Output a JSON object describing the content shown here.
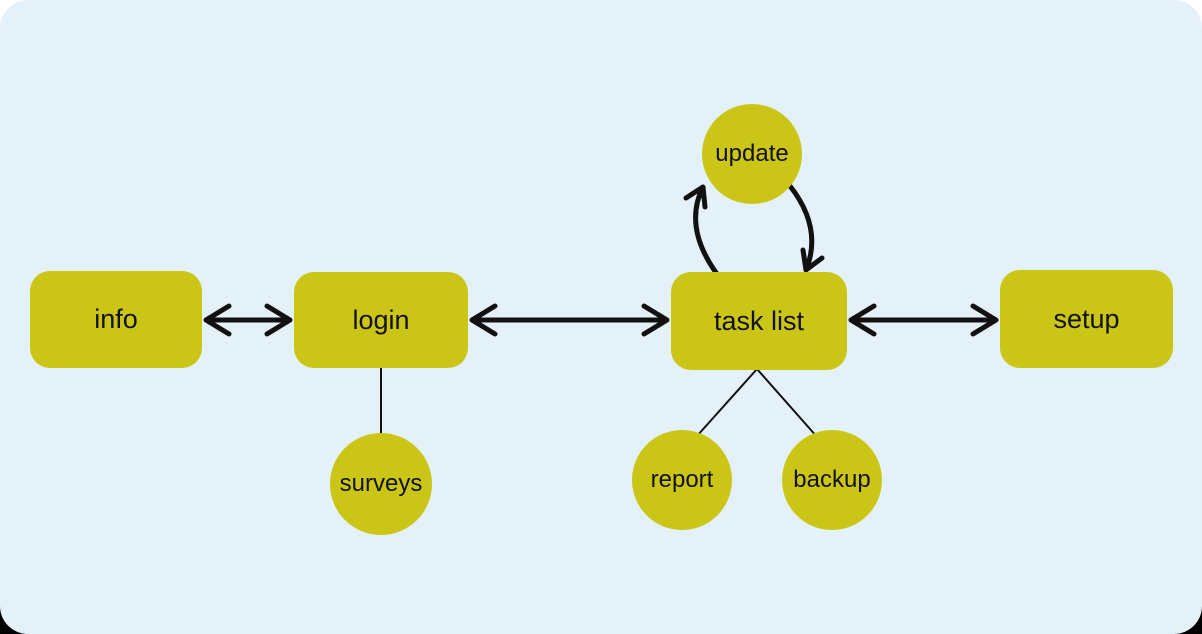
{
  "canvas": {
    "background_color": "#e4f1f8",
    "node_fill_color": "#cbc517",
    "line_color": "#111111",
    "text_color": "#121212"
  },
  "nodes": [
    {
      "id": "info",
      "label": "info",
      "shape": "rounded-rectangle"
    },
    {
      "id": "login",
      "label": "login",
      "shape": "rounded-rectangle"
    },
    {
      "id": "task_list",
      "label": "task list",
      "shape": "rounded-rectangle"
    },
    {
      "id": "setup",
      "label": "setup",
      "shape": "rounded-rectangle"
    },
    {
      "id": "update",
      "label": "update",
      "shape": "circle"
    },
    {
      "id": "surveys",
      "label": "surveys",
      "shape": "circle"
    },
    {
      "id": "report",
      "label": "report",
      "shape": "circle"
    },
    {
      "id": "backup",
      "label": "backup",
      "shape": "circle"
    }
  ],
  "edges": [
    {
      "from": "info",
      "to": "login",
      "type": "double-headed-arrow"
    },
    {
      "from": "login",
      "to": "task_list",
      "type": "double-headed-arrow"
    },
    {
      "from": "task_list",
      "to": "setup",
      "type": "double-headed-arrow"
    },
    {
      "from": "task_list",
      "to": "update",
      "type": "curved-arrow"
    },
    {
      "from": "update",
      "to": "task_list",
      "type": "curved-arrow"
    },
    {
      "from": "login",
      "to": "surveys",
      "type": "plain-line"
    },
    {
      "from": "task_list",
      "to": "report",
      "type": "plain-line"
    },
    {
      "from": "task_list",
      "to": "backup",
      "type": "plain-line"
    }
  ]
}
